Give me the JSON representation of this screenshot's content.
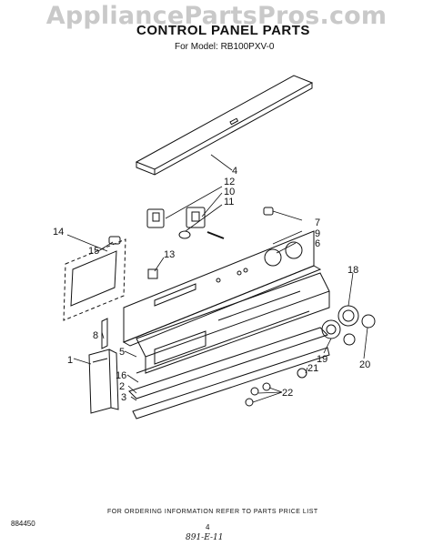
{
  "watermark": "AppliancePartsPros.com",
  "title": "CONTROL PANEL PARTS",
  "model_line": "For Model: RB100PXV-0",
  "footer_note": "FOR ORDERING INFORMATION REFER TO PARTS PRICE LIST",
  "doc_id": "884450",
  "page_number": "4",
  "handwritten": "891-E-11",
  "callouts": {
    "c1": "1",
    "c2": "2",
    "c3": "3",
    "c4": "4",
    "c5": "5",
    "c6": "6",
    "c7": "7",
    "c8": "8",
    "c9": "9",
    "c10": "10",
    "c11": "11",
    "c12": "12",
    "c13": "13",
    "c14": "14",
    "c15": "15",
    "c16": "16",
    "c18": "18",
    "c19": "19",
    "c20": "20",
    "c21": "21",
    "c22": "22"
  }
}
